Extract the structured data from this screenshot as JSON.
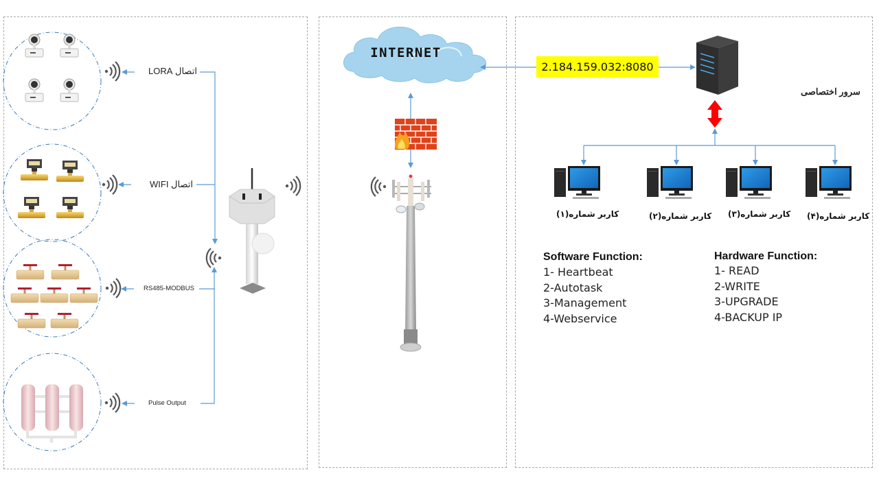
{
  "diagram": {
    "left_panel": {
      "connections": [
        {
          "label": "اتصال LORA",
          "device_group": "electromagnetic-flowmeters",
          "device_count": 4
        },
        {
          "label": "اتصال WIFI",
          "device_group": "water-meters",
          "device_count": 4
        },
        {
          "label": "RS485-MODBUS",
          "device_group": "valves",
          "device_count": 7
        },
        {
          "label": "Pulse Output",
          "device_group": "tanks",
          "device_count": 3
        }
      ],
      "gateway": "wireless-gateway-device"
    },
    "middle_panel": {
      "cloud_label": "INTERNET",
      "firewall": "firewall",
      "tower": "cell-tower"
    },
    "right_panel": {
      "server_address": "2.184.159.032:8080",
      "server_label": "سرور اختصاصی",
      "users": [
        {
          "label": "کاربر شماره(۱)"
        },
        {
          "label": "کاربر شماره(۲)"
        },
        {
          "label": "کاربر شماره(۳)"
        },
        {
          "label": "کاربر شماره(۴)"
        }
      ],
      "software": {
        "title": "Software Function:",
        "items": [
          "1- Heartbeat",
          "2-Autotask",
          "3-Management",
          "4-Webservice"
        ]
      },
      "hardware": {
        "title": "Hardware Function:",
        "items": [
          "1- READ",
          "2-WRITE",
          "3-UPGRADE",
          "4-BACKUP IP"
        ]
      }
    },
    "colors": {
      "connector": "#5b9bd5",
      "ip_highlight": "#ffff00",
      "bidirectional_arrow": "#ff0000",
      "cloud": "#a6d4ee",
      "firewall": "#e0421a",
      "monitor_screen": "#1e88d8"
    }
  }
}
